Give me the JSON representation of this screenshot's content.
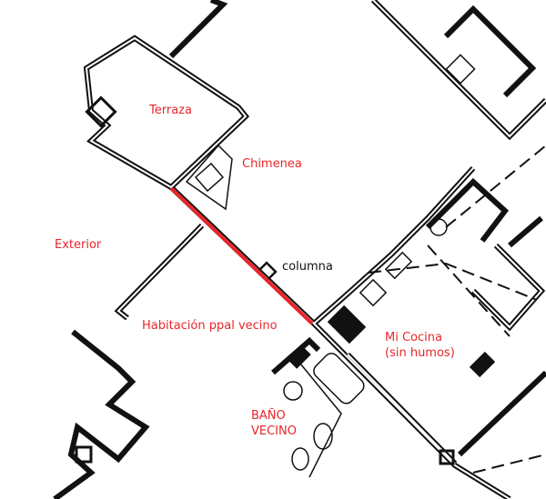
{
  "labels": {
    "terraza": "Terraza",
    "chimenea": "Chimenea",
    "exterior": "Exterior",
    "columna": "columna",
    "habitacion": "Habitación ppal vecino",
    "cocina_line1": "Mi Cocina",
    "cocina_line2": "(sin humos)",
    "bano_line1": "BAÑO",
    "bano_line2": "VECINO"
  },
  "colors": {
    "annotation": "#e8262b",
    "highlight_wall": "#e8262b",
    "walls": "#111111"
  }
}
